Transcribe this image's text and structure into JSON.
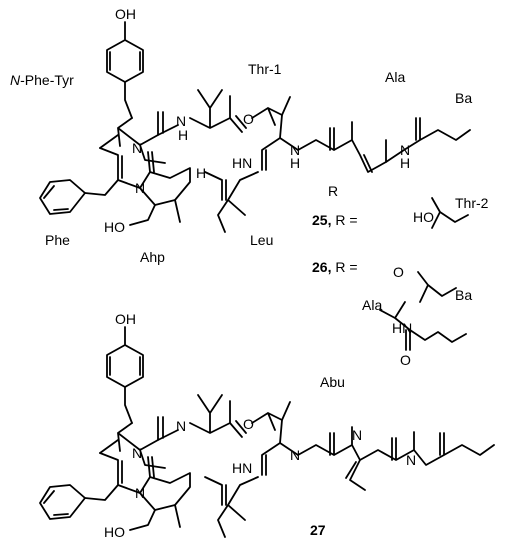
{
  "labels": {
    "n_phe_tyr_prefix": "N",
    "n_phe_tyr_rest": "-Phe-Tyr",
    "phe": "Phe",
    "ahp": "Ahp",
    "leu": "Leu",
    "thr1": "Thr-1",
    "ala_top": "Ala",
    "ba_top": "Ba",
    "thr2": "Thr-2",
    "ala_side": "Ala",
    "ba_side": "Ba",
    "abu": "Abu"
  },
  "compounds": {
    "c25_num": "25,",
    "c25_r": " R =",
    "c26_num": "26,",
    "c26_r": " R =",
    "c27": "27"
  },
  "atoms": {
    "oh": "OH",
    "ho": "HO",
    "o": "O",
    "n": "N",
    "nh": "NH",
    "hn": "HN",
    "h": "H",
    "r": "R"
  }
}
